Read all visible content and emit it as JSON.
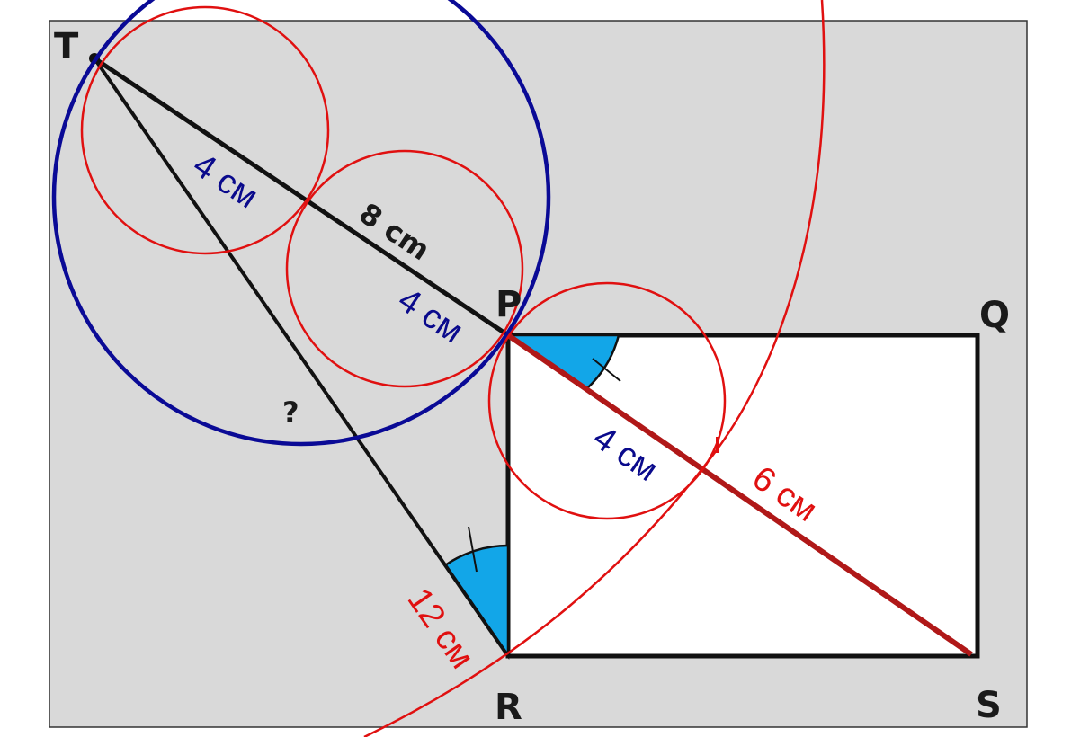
{
  "points": {
    "T": "T",
    "P": "P",
    "Q": "Q",
    "R": "R",
    "S": "S"
  },
  "labels": {
    "tp_length": "8 cm",
    "tr_unknown": "?",
    "tm_half": "4 см",
    "mp_half": "4 см",
    "pn_segment": "4 см",
    "ns_segment": "6 см",
    "rt_arc_radius": "12 см"
  },
  "colors": {
    "background_panel": "#d9d9d9",
    "rectangle_fill": "#ffffff",
    "line_black": "#111111",
    "circle_blue": "#0a0a96",
    "circle_red": "#e01010",
    "diagonal_red": "#b01818",
    "angle_fill": "#12a6e8"
  }
}
